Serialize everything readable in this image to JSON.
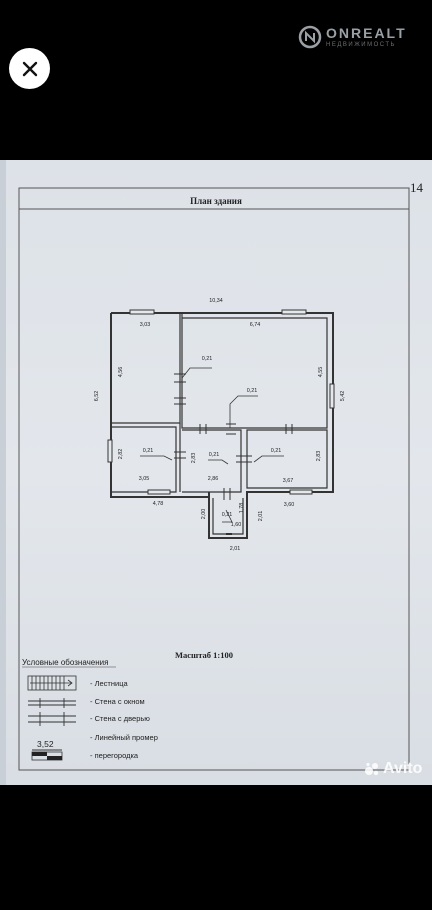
{
  "viewer": {
    "close_icon": "close-icon"
  },
  "watermark_top": {
    "brand": "ONREALT",
    "sub": "НЕДВИЖИМОСТЬ"
  },
  "watermark_bottom": {
    "brand": "Avito"
  },
  "document": {
    "page_number": "14",
    "title": "План здания",
    "scale": "Масштаб 1:100",
    "dimensions": {
      "total_width": "10,34",
      "total_height": "6,52",
      "right_height": "5,42",
      "room1_width": "3,03",
      "room1_height": "4,56",
      "room2_width": "6,74",
      "room2_height": "4,55",
      "bottom_left_width": "4,78",
      "room3_height": "2,82",
      "room3_width": "3,05",
      "room4_height": "2,83",
      "room4_width": "2,86",
      "room5_height": "2,83",
      "room5_width": "3,67",
      "porch_left": "2,00",
      "porch_right": "2,01",
      "porch_inner": "1,78",
      "porch_width": "1,60",
      "porch_bottom": "2,01",
      "right_bottom": "3,60",
      "partition_1": "0,21",
      "partition_2": "0,21",
      "partition_3": "0,21",
      "partition_4": "0,21",
      "partition_5": "0,21",
      "partition_6": "0,21"
    },
    "legend": {
      "heading": "Условные обозначения",
      "items": [
        {
          "label": "- Лестница"
        },
        {
          "label": "- Стена с окном"
        },
        {
          "label": "- Стена с дверью"
        },
        {
          "label": "- Линейный промер",
          "sample": "3,52"
        },
        {
          "label": "- перегородка"
        }
      ]
    }
  }
}
